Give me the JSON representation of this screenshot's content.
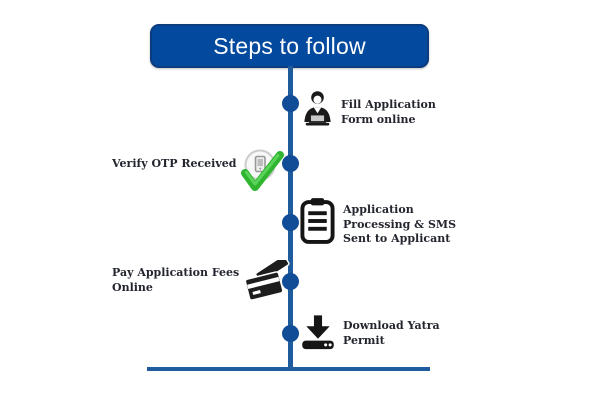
{
  "title": {
    "label": "Steps to follow"
  },
  "colors": {
    "header_background": "#03499E",
    "header_border": "#0B3C7E",
    "timeline_line": "#1E5C9E",
    "timeline_dot": "#114C96",
    "step_text": "#23262E",
    "check_green": "#2FB52F",
    "icon_black": "#1A1A1A",
    "title_text": "#FFFFFF"
  },
  "steps": [
    {
      "label": "Fill Application\nForm online",
      "icon": "person-laptop-icon",
      "side": "right"
    },
    {
      "label": "Verify OTP Received",
      "icon": "phone-otp-check-icon",
      "side": "left"
    },
    {
      "label": "Application\nProcessing & SMS\nSent to Applicant",
      "icon": "clipboard-icon",
      "side": "right"
    },
    {
      "label": "Pay Application Fees\nOnline",
      "icon": "credit-cards-icon",
      "side": "left"
    },
    {
      "label": "Download Yatra\nPermit",
      "icon": "download-icon",
      "side": "right"
    }
  ]
}
